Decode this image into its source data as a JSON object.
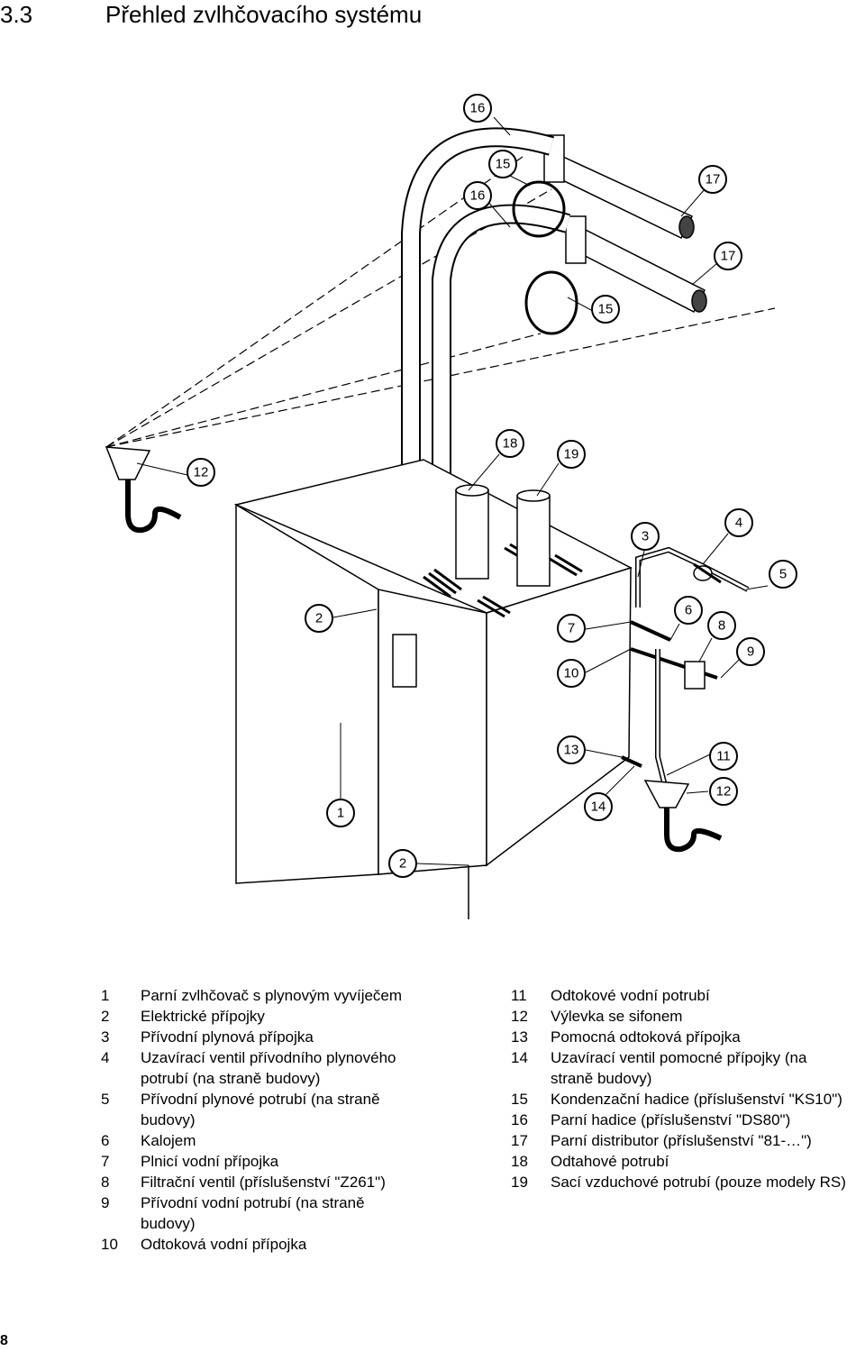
{
  "heading": {
    "number": "3.3",
    "title": "Přehled zvlhčovacího systému"
  },
  "figure": {
    "callouts": [
      {
        "id": "c16a",
        "label": "16"
      },
      {
        "id": "c15a",
        "label": "15"
      },
      {
        "id": "c16b",
        "label": "16"
      },
      {
        "id": "c17a",
        "label": "17"
      },
      {
        "id": "c17b",
        "label": "17"
      },
      {
        "id": "c15b",
        "label": "15"
      },
      {
        "id": "c12a",
        "label": "12"
      },
      {
        "id": "c18",
        "label": "18"
      },
      {
        "id": "c19",
        "label": "19"
      },
      {
        "id": "c3",
        "label": "3"
      },
      {
        "id": "c4",
        "label": "4"
      },
      {
        "id": "c5",
        "label": "5"
      },
      {
        "id": "c2a",
        "label": "2"
      },
      {
        "id": "c6",
        "label": "6"
      },
      {
        "id": "c7",
        "label": "7"
      },
      {
        "id": "c8",
        "label": "8"
      },
      {
        "id": "c9",
        "label": "9"
      },
      {
        "id": "c10",
        "label": "10"
      },
      {
        "id": "c13",
        "label": "13"
      },
      {
        "id": "c11",
        "label": "11"
      },
      {
        "id": "c12b",
        "label": "12"
      },
      {
        "id": "c14",
        "label": "14"
      },
      {
        "id": "c1",
        "label": "1"
      },
      {
        "id": "c2b",
        "label": "2"
      }
    ]
  },
  "legend": {
    "left": [
      {
        "num": "1",
        "text": "Parní zvlhčovač s plynovým vyvíječem"
      },
      {
        "num": "2",
        "text": "Elektrické přípojky"
      },
      {
        "num": "3",
        "text": "Přívodní plynová přípojka"
      },
      {
        "num": "4",
        "text": "Uzavírací ventil přívodního plynového potrubí (na straně budovy)"
      },
      {
        "num": "5",
        "text": "Přívodní plynové potrubí (na straně budovy)"
      },
      {
        "num": "6",
        "text": "Kalojem"
      },
      {
        "num": "7",
        "text": "Plnicí vodní přípojka"
      },
      {
        "num": "8",
        "text": "Filtrační ventil (příslušenství \"Z261\")"
      },
      {
        "num": "9",
        "text": "Přívodní vodní potrubí (na straně budovy)"
      },
      {
        "num": "10",
        "text": "Odtoková vodní přípojka"
      }
    ],
    "right": [
      {
        "num": "11",
        "text": "Odtokové vodní potrubí"
      },
      {
        "num": "12",
        "text": "Výlevka se sifonem"
      },
      {
        "num": "13",
        "text": "Pomocná odtoková přípojka"
      },
      {
        "num": "14",
        "text": "Uzavírací ventil pomocné přípojky (na straně budovy)"
      },
      {
        "num": "15",
        "text": "Kondenzační hadice (příslušenství \"KS10\")"
      },
      {
        "num": "16",
        "text": "Parní hadice (příslušenství \"DS80\")"
      },
      {
        "num": "17",
        "text": "Parní distributor (příslušenství \"81-…\")"
      },
      {
        "num": "18",
        "text": "Odtahové potrubí"
      },
      {
        "num": "19",
        "text": "Sací vzduchové potrubí (pouze modely RS)"
      }
    ]
  },
  "page": {
    "number": "8"
  }
}
